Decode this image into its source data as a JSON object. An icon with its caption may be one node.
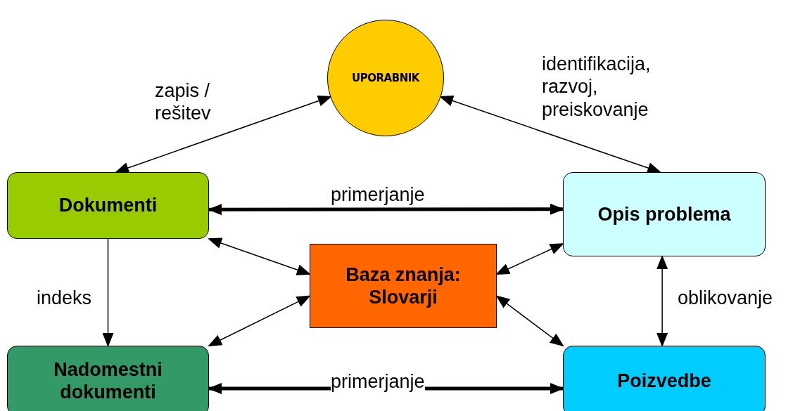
{
  "diagram": {
    "nodes": [
      {
        "text": [
          "UPORABNIK"
        ]
      },
      {
        "text": [
          "Dokumenti"
        ]
      },
      {
        "text": [
          "Opis problema"
        ]
      },
      {
        "text": [
          "Baza znanja: Slovarji"
        ]
      },
      {
        "text": [
          "Nadomestni dokumenti"
        ]
      },
      {
        "text": [
          "Poizvedbe"
        ]
      }
    ],
    "edges": [
      {
        "from": 0,
        "to": 1,
        "arrow": "both",
        "label": "zapis / rešitev"
      },
      {
        "from": 0,
        "to": 2,
        "arrow": "both",
        "label": "identifikacija, razvoj, preiskovanje"
      },
      {
        "from": 1,
        "to": 2,
        "arrow": "both",
        "label": "primerjanje",
        "style": "thick"
      },
      {
        "from": 1,
        "to": 3,
        "arrow": "both"
      },
      {
        "from": 2,
        "to": 3,
        "arrow": "both"
      },
      {
        "from": 1,
        "to": 4,
        "arrow": "to",
        "label": "indeks"
      },
      {
        "from": 4,
        "to": 3,
        "arrow": "both"
      },
      {
        "from": 3,
        "to": 5,
        "arrow": "both"
      },
      {
        "from": 2,
        "to": 5,
        "arrow": "both",
        "label": "oblikovanje"
      },
      {
        "from": 4,
        "to": 5,
        "arrow": "both",
        "label": "primerjanje",
        "style": "thick"
      }
    ]
  }
}
